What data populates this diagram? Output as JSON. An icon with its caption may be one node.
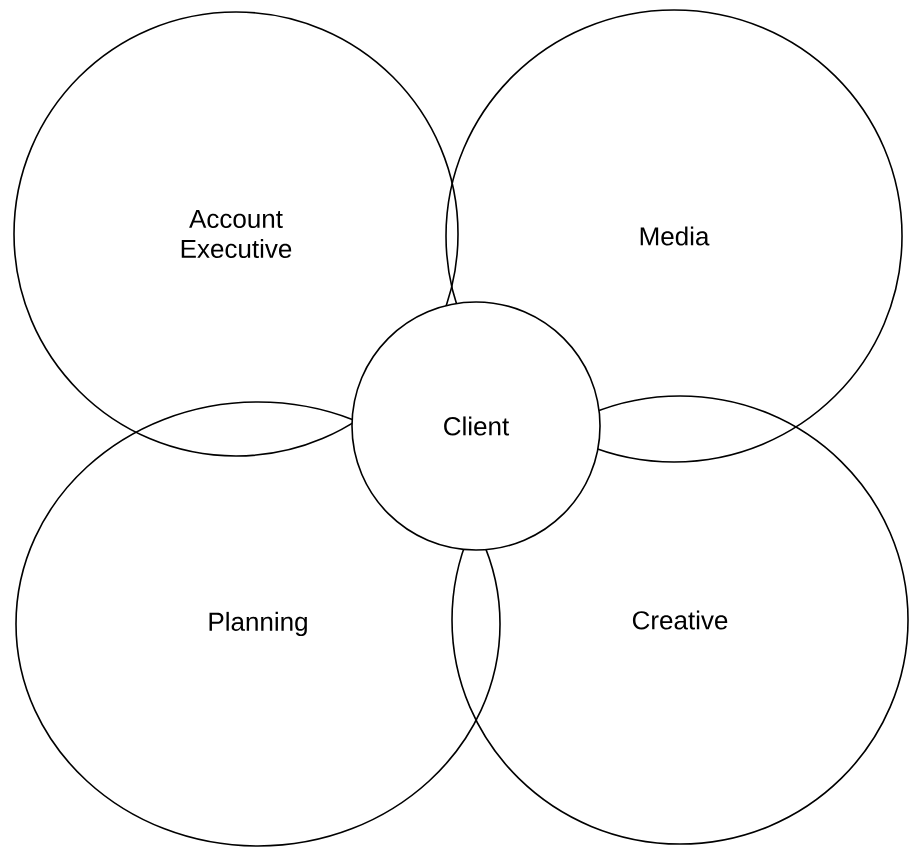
{
  "diagram": {
    "nodes": [
      {
        "text": [
          "Account Executive"
        ]
      },
      {
        "text": [
          "Media"
        ]
      },
      {
        "text": [
          "Client"
        ]
      },
      {
        "text": [
          "Planning"
        ]
      },
      {
        "text": [
          "Creative"
        ]
      }
    ]
  }
}
